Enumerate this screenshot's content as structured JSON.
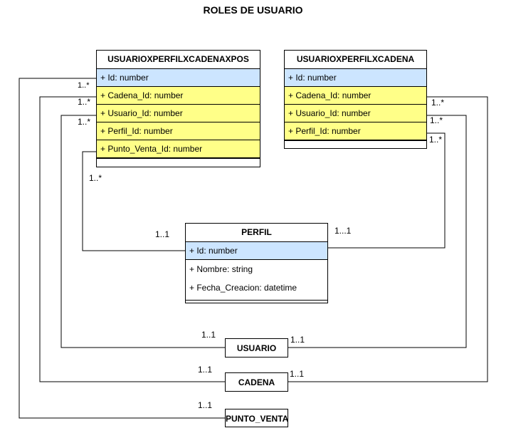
{
  "title": "ROLES DE USUARIO",
  "entities": {
    "upcp": {
      "name": "USUARIOXPERFILXCADENAXPOS",
      "fields": [
        "+ Id: number",
        "+ Cadena_Id: number",
        "+ Usuario_Id: number",
        "+ Perfil_Id: number",
        "+ Punto_Venta_Id: number"
      ]
    },
    "upc": {
      "name": "USUARIOXPERFILXCADENA",
      "fields": [
        "+ Id: number",
        "+ Cadena_Id: number",
        "+ Usuario_Id: number",
        "+ Perfil_Id: number"
      ]
    },
    "perfil": {
      "name": "PERFIL",
      "fields": [
        "+ Id: number",
        "+ Nombre: string",
        "+ Fecha_Creacion: datetime"
      ]
    },
    "usuario": {
      "name": "USUARIO"
    },
    "cadena": {
      "name": "CADENA"
    },
    "punto_venta": {
      "name": "PUNTO_VENTA"
    }
  },
  "multiplicities": {
    "upcp_id": "1..*",
    "upcp_cadena": "1..*",
    "upcp_usuario": "1..*",
    "upcp_pv": "1..*",
    "upc_cadena": "1..*",
    "upc_usuario": "1..*",
    "upc_perfil": "1..*",
    "perfil_left": "1..1",
    "perfil_right": "1...1",
    "usuario_left": "1..1",
    "usuario_right": "1..1",
    "cadena_left": "1..1",
    "cadena_right": "1..1",
    "pv_left": "1..1"
  }
}
